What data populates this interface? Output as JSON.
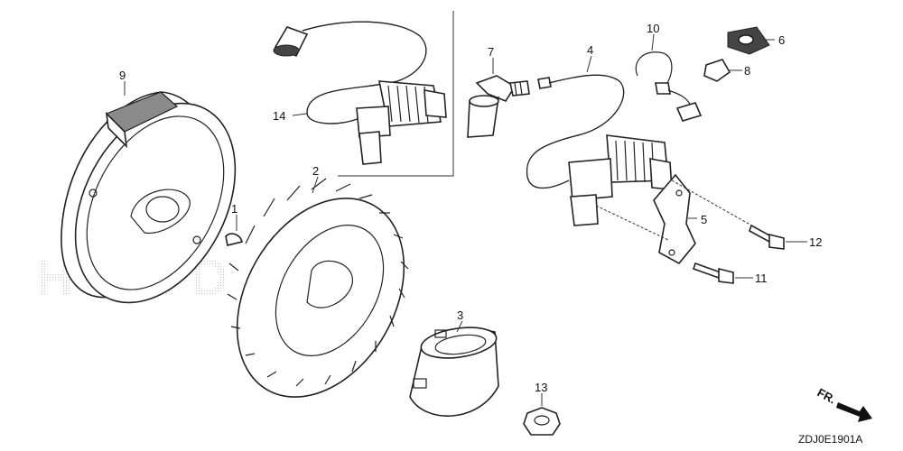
{
  "callouts": [
    "1",
    "2",
    "3",
    "4",
    "5",
    "6",
    "7",
    "8",
    "9",
    "10",
    "11",
    "12",
    "13",
    "14"
  ],
  "drawing_code": "ZDJ0E1901A",
  "direction_mark": "FR.",
  "watermark": "HONDA"
}
